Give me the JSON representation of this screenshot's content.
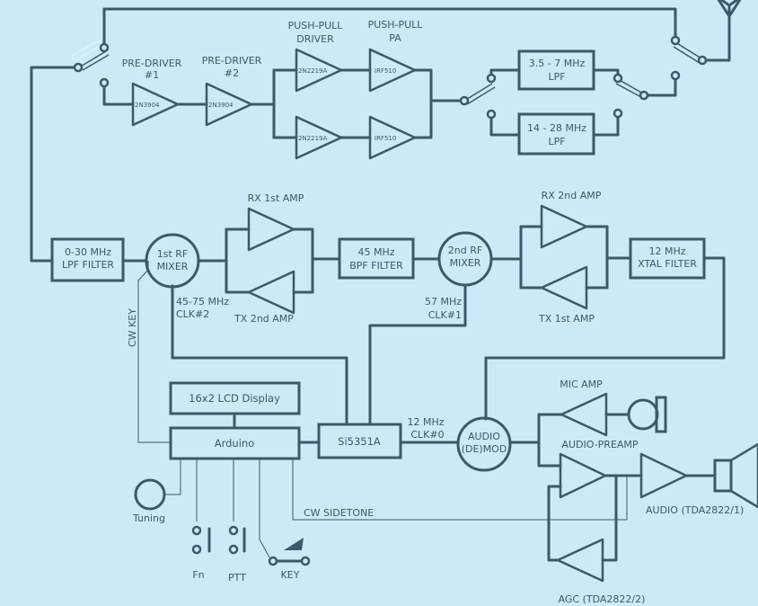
{
  "labels": {
    "pre_driver_1": [
      "PRE-DRIVER",
      "#1"
    ],
    "pre_driver_2": [
      "PRE-DRIVER",
      "#2"
    ],
    "push_pull_driver": [
      "PUSH-PULL",
      "DRIVER"
    ],
    "push_pull_pa": [
      "PUSH-PULL",
      "PA"
    ],
    "q_2n3904": "2N3904",
    "q_2n2219a": "2N2219A",
    "q_irf510": "IRF510",
    "lpf_3_7": [
      "3.5 - 7 MHz",
      "LPF"
    ],
    "lpf_14_28": [
      "14 - 28 MHz",
      "LPF"
    ],
    "lpf_0_30": [
      "0-30 MHz",
      "LPF FILTER"
    ],
    "mixer1": [
      "1st RF",
      "MIXER"
    ],
    "rx_1st_amp": "RX 1st AMP",
    "tx_2nd_amp": "TX 2nd AMP",
    "bpf_45": [
      "45 MHz",
      "BPF FILTER"
    ],
    "mixer2": [
      "2nd RF",
      "MIXER"
    ],
    "rx_2nd_amp": "RX 2nd AMP",
    "tx_1st_amp": "TX 1st AMP",
    "xtal_12": [
      "12 MHz",
      "XTAL FILTER"
    ],
    "clk2": [
      "45-75 MHz",
      "CLK#2"
    ],
    "clk1": [
      "57 MHz",
      "CLK#1"
    ],
    "clk0": [
      "12 MHz",
      "CLK#0"
    ],
    "cw_key": "CW KEY",
    "lcd": "16x2 LCD Display",
    "arduino": "Arduino",
    "si5351": "Si5351A",
    "demod": [
      "AUDIO",
      "(DE)MOD"
    ],
    "mic_amp": "MIC AMP",
    "audio_preamp": "AUDIO-PREAMP",
    "audio_out": "AUDIO (TDA2822/1)",
    "agc": "AGC (TDA2822/2)",
    "cw_sidetone": "CW SIDETONE",
    "tuning": "Tuning",
    "fn": "Fn",
    "ptt": "PTT",
    "key": "KEY"
  }
}
